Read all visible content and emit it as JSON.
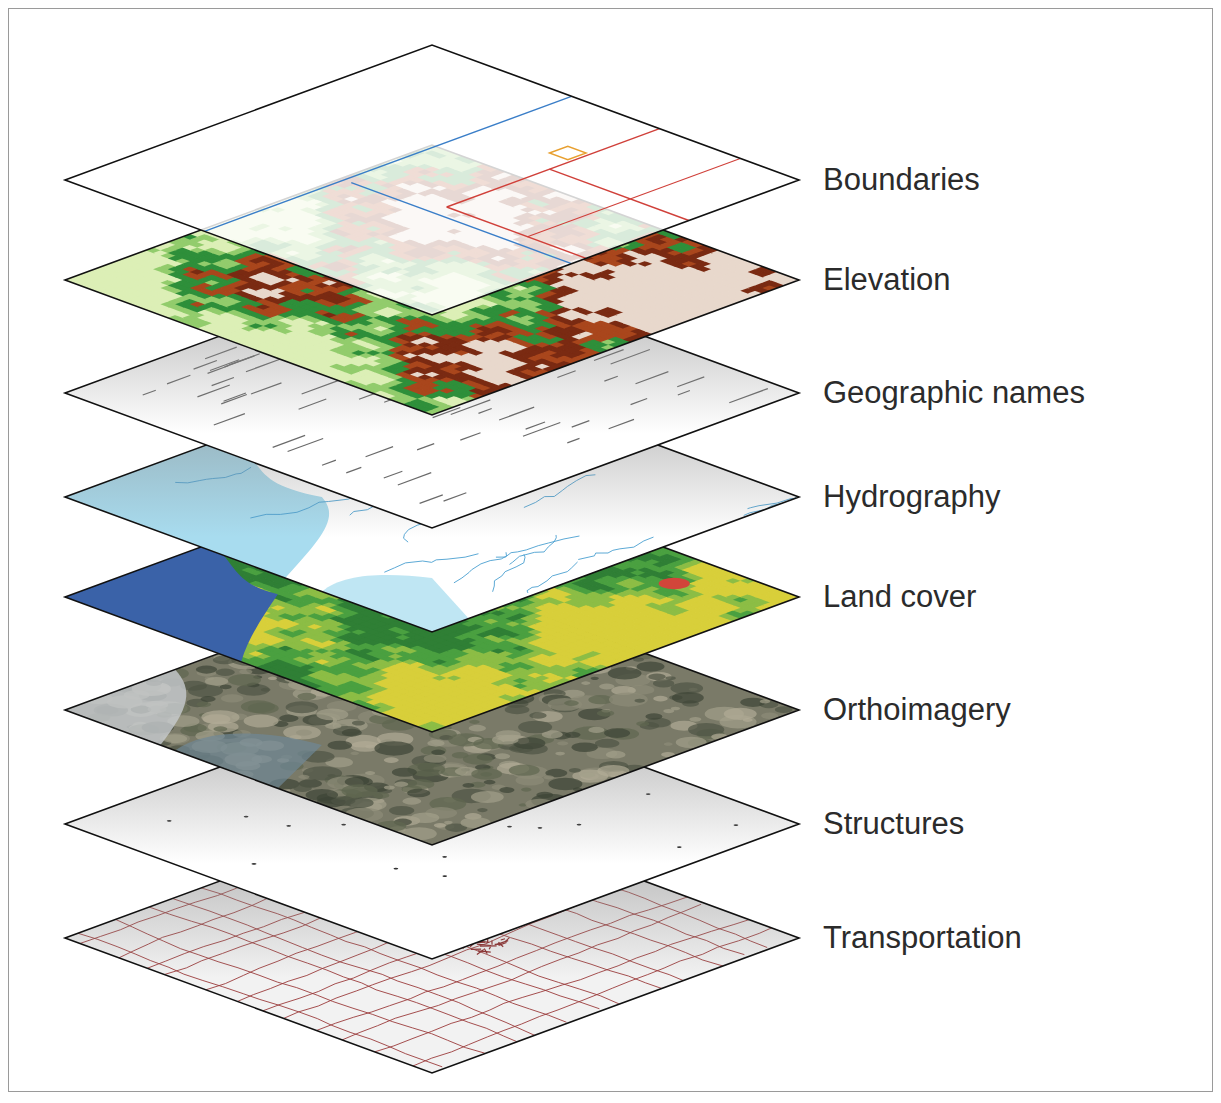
{
  "diagram": {
    "labels": [
      "Boundaries",
      "Elevation",
      "Geographic names",
      "Hydrography",
      "Land cover",
      "Orthoimagery",
      "Structures",
      "Transportation"
    ]
  }
}
